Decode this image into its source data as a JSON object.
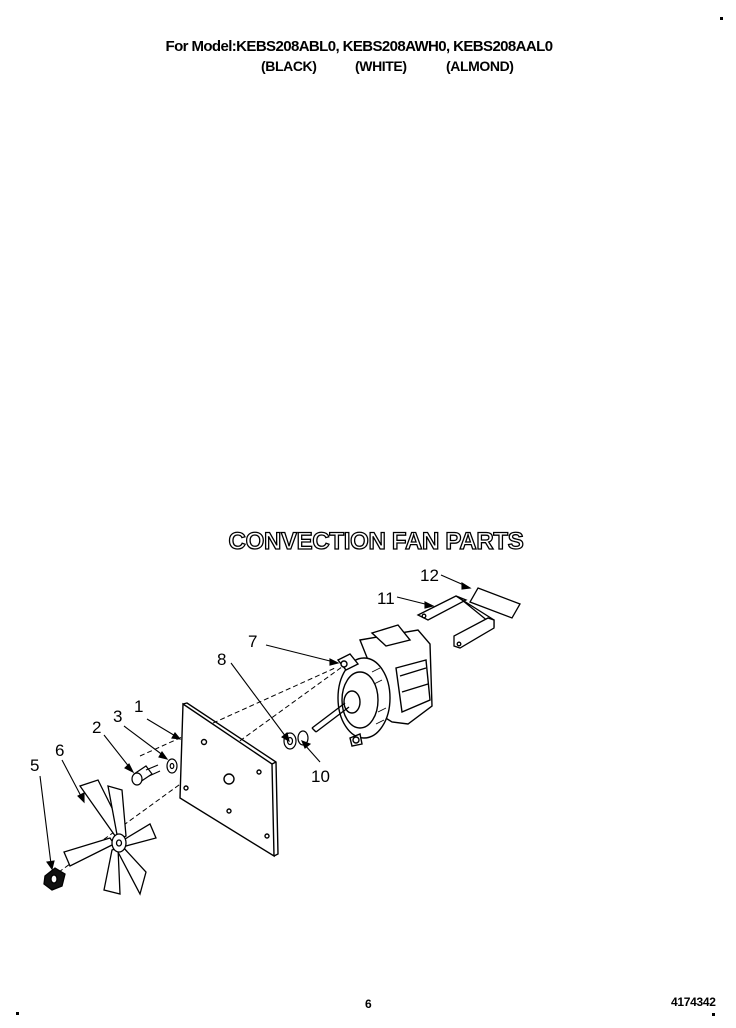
{
  "header": {
    "model_line": "For Model:KEBS208ABL0, KEBS208AWH0, KEBS208AAL0",
    "colors": [
      "(BLACK)",
      "(WHITE)",
      "(ALMOND)"
    ]
  },
  "section_title": "CONVECTION FAN PARTS",
  "callouts": [
    "1",
    "2",
    "3",
    "5",
    "6",
    "7",
    "8",
    "10",
    "11",
    "12"
  ],
  "footer": {
    "page_number": "6",
    "doc_number": "4174342"
  }
}
